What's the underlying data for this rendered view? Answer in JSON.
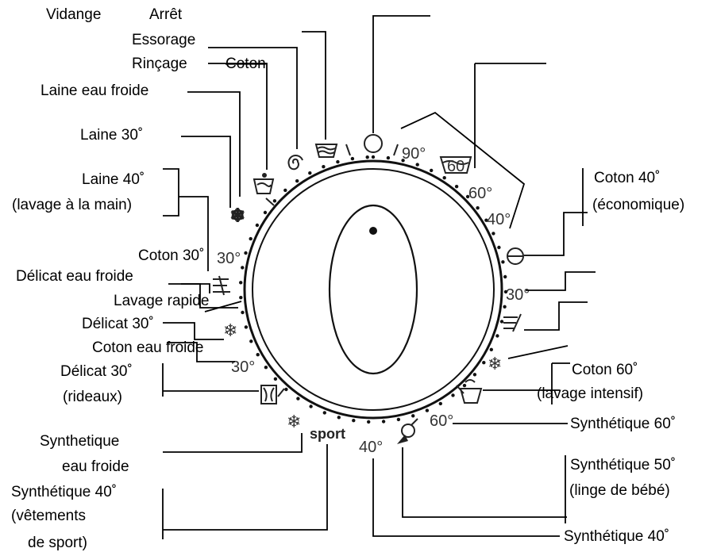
{
  "labels": {
    "vidange": "Vidange",
    "arret": "Arrêt",
    "essorage": "Essorage",
    "rincage": "Rinçage",
    "coton_top": "Coton",
    "laine_eau_froide": "Laine eau froide",
    "laine_30": "Laine 30˚",
    "laine_40": "Laine 40˚",
    "lavage_main": "(lavage à la main)",
    "coton_30": "Coton 30˚",
    "delicat_eau_froide": "Délicat eau froide",
    "lavage_rapide": "Lavage rapide",
    "delicat_30": "Délicat 30˚",
    "coton_eau_froide": "Coton eau froide",
    "delicat_30_b": "Délicat 30˚",
    "rideaux": "(rideaux)",
    "synthetique": "Synthetique",
    "eau_froide": "eau froide",
    "synthetique_40": "Synthétique 40˚",
    "vetements": "(vêtements",
    "de_sport": "de sport)",
    "coton_40": "Coton 40˚",
    "economique": "(économique)",
    "coton_60": "Coton 60˚",
    "lavage_intensif": "(lavage intensif)",
    "synthetique_60": "Synthétique 60˚",
    "synthetique_50": "Synthétique 50˚",
    "linge_bebe": "(linge de bébé)",
    "synthetique_40_bottom": "Synthétique 40˚"
  },
  "dial": {
    "t90": "90°",
    "t60_tub": "60",
    "t60": "60°",
    "t40": "40°",
    "t30_right": "30°",
    "t30_left_top": "30°",
    "t30_left_bottom": "30°",
    "t60_bottom": "60°",
    "t40_bottom": "40°",
    "sport": "sport"
  },
  "icons": [
    "stop-circle-icon",
    "rinse-tub-icon",
    "spin-spiral-icon",
    "drain-tub-icon",
    "snowflake-icon",
    "hand-wash-icon",
    "quick-wash-icon",
    "curtain-icon",
    "baby-icon",
    "eco-icon",
    "intensive-wash-icon",
    "dial-knob-icon"
  ]
}
